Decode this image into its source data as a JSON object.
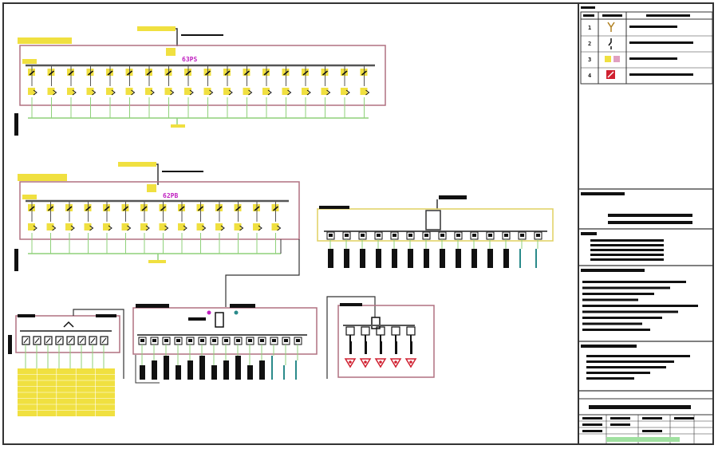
{
  "drawing": {
    "tag_top_panel": "63PS",
    "tag_mid_panel": "62PB",
    "colors": {
      "frame": "#333333",
      "panel": "#b07080",
      "busbar": "#555555",
      "label": "#f0e040",
      "feeder": "#8fd17a",
      "tag": "#c020c0",
      "block": "#111111",
      "teal": "#2a8a8a",
      "cover": "#d02030"
    }
  },
  "legend": {
    "rows": [
      {
        "no": "1",
        "icon": "breaker-symbol"
      },
      {
        "no": "2",
        "icon": "isolator-symbol"
      },
      {
        "no": "3",
        "icon": "meter-symbol"
      },
      {
        "no": "4",
        "icon": "fire-cover-symbol"
      }
    ]
  }
}
